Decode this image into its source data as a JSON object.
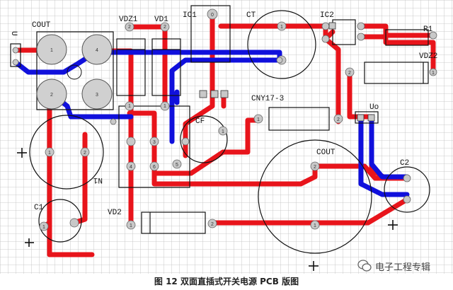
{
  "caption": "图 12  双面直插式开关电源 PCB 版图",
  "watermark": {
    "text": "电子工程专辑"
  },
  "labels": {
    "cout_top": "COUT",
    "u_in": "U",
    "vdz1": "VDZ1",
    "vd1": "VD1",
    "ic1": "IC1",
    "ct": "CT",
    "ic2": "IC2",
    "r1": "R1",
    "vdz2": "VDZ2",
    "cny": "CNY17-3",
    "cf": "CF",
    "uo": "Uo",
    "n1": "N1",
    "cout_bottom": "COUT",
    "c2": "C2",
    "c1": "C1",
    "vd2": "VD2"
  },
  "pins": {
    "cout_1": "1",
    "cout_4": "4",
    "cout_2": "2",
    "cout_3": "3",
    "vdz1_2": "2",
    "vd1_2": "2",
    "vdz1_1": "1",
    "vd1_1": "1",
    "ic1_0": "0",
    "ct_1": "1",
    "n1_1": "1",
    "n1_2": "2",
    "n1_3": "3",
    "n1_4": "4",
    "n1_5": "5",
    "n1_6": "6",
    "cf_1": "1",
    "cny_1": "1",
    "cny_2": "2",
    "vdz2_2": "2",
    "vdz2_1": "1",
    "cout2_2": "2",
    "cout2_1": "1",
    "vd2_1": "1",
    "vd2_2": "2",
    "c1_1": "1"
  },
  "colors": {
    "red_trace": "#e8141b",
    "blue_trace": "#1010dc",
    "grid": "#bdbdbd",
    "pad": "#c8c8c8"
  }
}
